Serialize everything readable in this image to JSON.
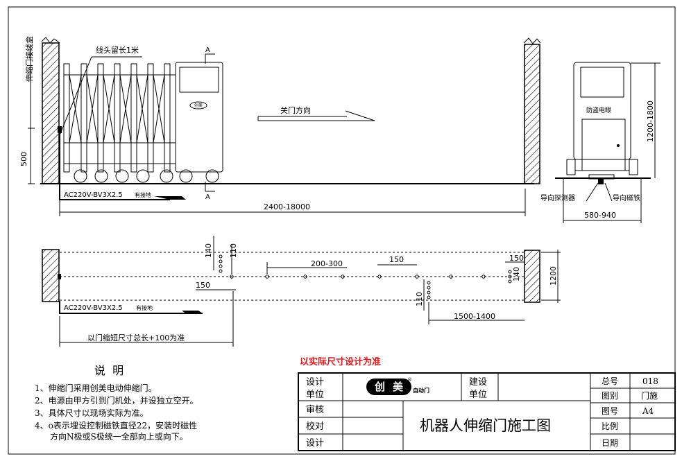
{
  "labels": {
    "cable_box": "伸缩门接线盒",
    "wire_end": "线头留长1米",
    "section_mark": "A",
    "close_direction": "关门方向",
    "power_cable": "AC220V-BV3X2.5",
    "grounding": "有接地",
    "total_width": "2400-18000",
    "height_500": "500",
    "height_cabinet": "1200-1800",
    "anti_theft": "防盗电眼",
    "guide_detector": "导向探测器",
    "guide_magnet": "导向磁铁",
    "depth": "580-940",
    "logo_badge": "创美",
    "dim_140_a": "140",
    "dim_110_a": "110",
    "dim_200_300": "200-300",
    "dim_150_a": "150",
    "dim_150_b": "150",
    "dim_150_c": "150",
    "dim_140_b": "140",
    "dim_1200": "1200",
    "dim_110_b": "110",
    "dim_1500_1400": "1500-1400",
    "gate_rule": "以门缩短尺寸总长+100为准"
  },
  "notes": {
    "title": "说  明",
    "items": [
      "1、伸缩门采用创美电动伸缩门。",
      "2、电源由甲方引到门机处，并设独立空开。",
      "3、具体尺寸以现场实际为准。",
      "4、o表示埋设控制磁铁直径22，安装时磁性",
      "方向N极或S极统一全部向上或向下。"
    ]
  },
  "red_note": "以实际尺寸设计为准",
  "title_block": {
    "design_unit": [
      "设计",
      "单位"
    ],
    "build_unit": [
      "建设",
      "单位"
    ],
    "audit": "审核",
    "check": "校对",
    "design": "设计",
    "brand_left": "创",
    "brand_right": "美",
    "brand_sub": "自动门",
    "brand_reg": "®",
    "drawing_title": "机器人伸缩门施工图",
    "total_no_label": "总号",
    "total_no": "018",
    "drawing_type_label": "图别",
    "drawing_type": "门施",
    "drawing_no_label": "图号",
    "drawing_no": "A4",
    "scale_label": "比例",
    "scale": "",
    "date_label": "日期",
    "date": ""
  }
}
